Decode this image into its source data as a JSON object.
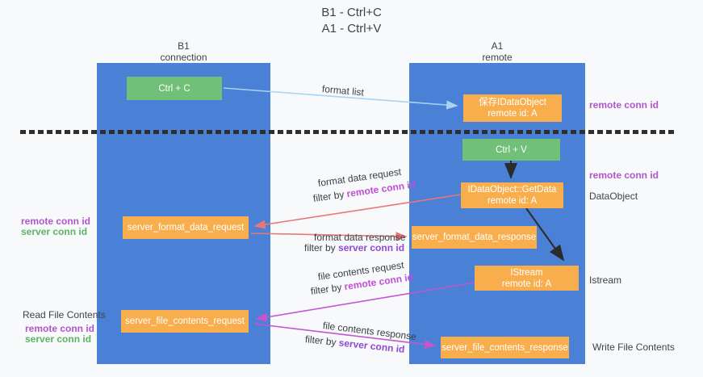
{
  "title": {
    "line1": "B1 - Ctrl+C",
    "line2": "A1 - Ctrl+V"
  },
  "lifelines": {
    "left": {
      "name": "B1",
      "role": "connection"
    },
    "right": {
      "name": "A1",
      "role": "remote"
    }
  },
  "boxes": {
    "ctrl_c": "Ctrl + C",
    "ctrl_v": "Ctrl + V",
    "save_dataobject": {
      "line1": "保存IDataObject",
      "line2": "remote id: A"
    },
    "getdata": {
      "line1": "IDataObject::GetData",
      "line2": "remote id: A"
    },
    "istream": {
      "line1": "IStream",
      "line2": "remote id: A"
    },
    "format_request": "server_format_data_request",
    "format_response": "server_format_data_response",
    "file_request": "server_file_contents_request",
    "file_response": "server_file_contents_response"
  },
  "labels": {
    "format_list": "format list",
    "format_data_request": "format data request",
    "format_data_response": "format data response",
    "file_contents_request": "file contents request",
    "file_contents_response": "file contents response",
    "filter_by": "filter by ",
    "remote_conn_id": "remote conn id",
    "server_conn_id": "server conn id",
    "dataobject": "DataObject",
    "istream": "Istream",
    "read_file_contents": "Read File Contents",
    "write_file_contents": "Write File Contents"
  },
  "colors": {
    "lifeline_blue": "#4a80d5",
    "box_orange": "#f9ae4d",
    "box_green": "#71c077",
    "arrow_lightblue": "#a9d3f2",
    "arrow_red": "#e87878",
    "arrow_magenta": "#c455cf",
    "arrow_black": "#2b2b2b",
    "remote_conn_purple": "#b155cd",
    "server_conn_green": "#5cb464",
    "server_conn_violet": "#8d4bd4",
    "background": "#f8f9fa"
  }
}
